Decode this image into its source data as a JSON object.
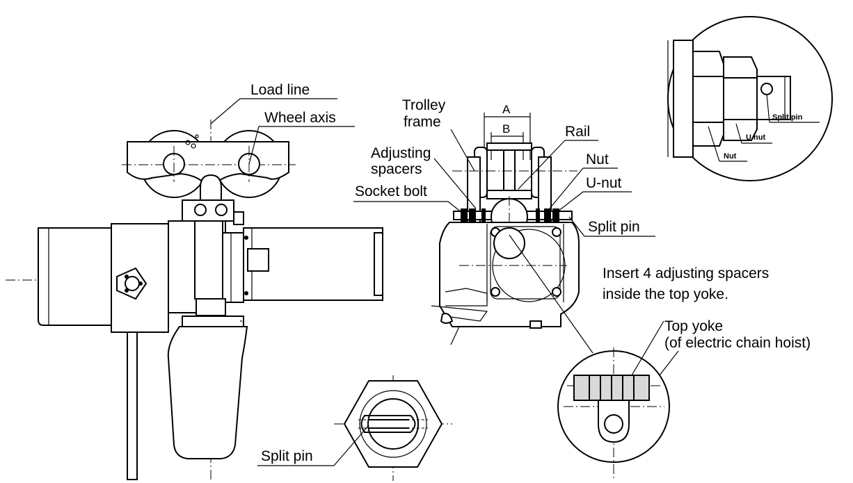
{
  "labels": {
    "load_line": "Load line",
    "wheel_axis": "Wheel axis",
    "trolley_frame_1": "Trolley",
    "trolley_frame_2": "frame",
    "dim_a": "A",
    "dim_b": "B",
    "rail": "Rail",
    "adjusting_spacers_1": "Adjusting",
    "adjusting_spacers_2": "spacers",
    "nut": "Nut",
    "u_nut": "U-nut",
    "socket_bolt": "Socket bolt",
    "split_pin_mid": "Split pin",
    "split_pin_bottom": "Split pin",
    "insert_note_1": "Insert 4 adjusting spacers",
    "insert_note_2": "inside the top yoke.",
    "top_yoke_1": "Top yoke",
    "top_yoke_2": "(of electric chain hoist)",
    "detail_split_pin": "Split pin",
    "detail_u_nut": "U nut",
    "detail_nut": "Nut"
  }
}
